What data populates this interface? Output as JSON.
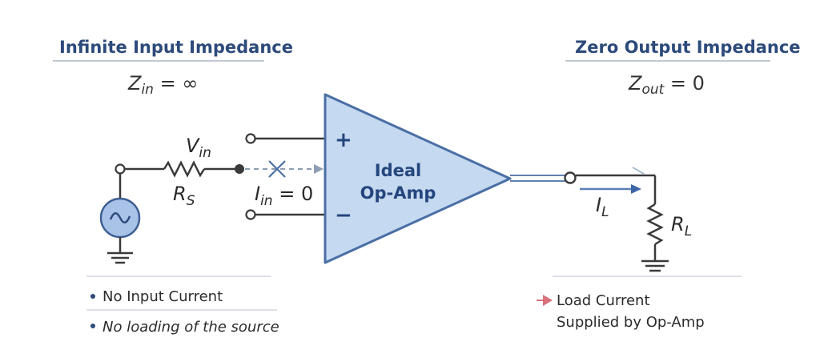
{
  "left_panel": {
    "title": "Infinite Input Impedance",
    "formula_main": "Z",
    "formula_sub": "in",
    "formula_rhs": " = ∞"
  },
  "right_panel": {
    "title": "Zero Output Impedance",
    "formula_main": "Z",
    "formula_sub": "out",
    "formula_rhs": " = 0"
  },
  "input_circuit": {
    "vin_main": "V",
    "vin_sub": "in",
    "rs_main": "R",
    "rs_sub": "S",
    "iin_main": "I",
    "iin_sub": "in",
    "iin_rhs": " = 0",
    "source_icon": "ac-source-icon",
    "ground_icon": "ground-icon"
  },
  "opamp": {
    "line1": "Ideal",
    "line2": "Op-Amp",
    "plus": "+",
    "minus": "−",
    "fill": "#c5d9f1",
    "stroke": "#4a6fa5"
  },
  "output_circuit": {
    "il_main": "I",
    "il_sub": "L",
    "rl_main": "R",
    "rl_sub": "L"
  },
  "bullets": [
    "No Input Current",
    "No loading of the source"
  ],
  "load_note": {
    "line1": "Load Current",
    "line2": "Supplied by Op-Amp",
    "arrow_color": "#d9707a"
  }
}
